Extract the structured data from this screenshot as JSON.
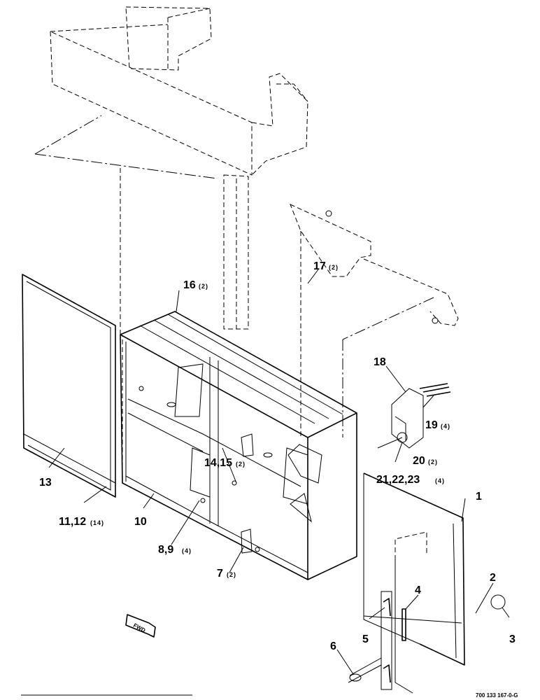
{
  "drawing_number": "700 133 167-0-G",
  "fwd_label": "FWD",
  "callouts": [
    {
      "id": "c1",
      "label": "1",
      "qty": ""
    },
    {
      "id": "c2",
      "label": "2",
      "qty": ""
    },
    {
      "id": "c3",
      "label": "3",
      "qty": ""
    },
    {
      "id": "c4",
      "label": "4",
      "qty": ""
    },
    {
      "id": "c5",
      "label": "5",
      "qty": ""
    },
    {
      "id": "c6",
      "label": "6",
      "qty": ""
    },
    {
      "id": "c7",
      "label": "7",
      "qty": "(2)"
    },
    {
      "id": "c8",
      "label": "8,9",
      "qty": "(4)"
    },
    {
      "id": "c10",
      "label": "10",
      "qty": ""
    },
    {
      "id": "c11",
      "label": "11,12",
      "qty": "(14)"
    },
    {
      "id": "c13",
      "label": "13",
      "qty": ""
    },
    {
      "id": "c14",
      "label": "14,15",
      "qty": "(2)"
    },
    {
      "id": "c16",
      "label": "16",
      "qty": "(2)"
    },
    {
      "id": "c17",
      "label": "17",
      "qty": "(2)"
    },
    {
      "id": "c18",
      "label": "18",
      "qty": ""
    },
    {
      "id": "c19",
      "label": "19",
      "qty": "(4)"
    },
    {
      "id": "c20",
      "label": "20",
      "qty": "(2)"
    },
    {
      "id": "c21",
      "label": "21,22,23",
      "qty": "(4)"
    }
  ]
}
